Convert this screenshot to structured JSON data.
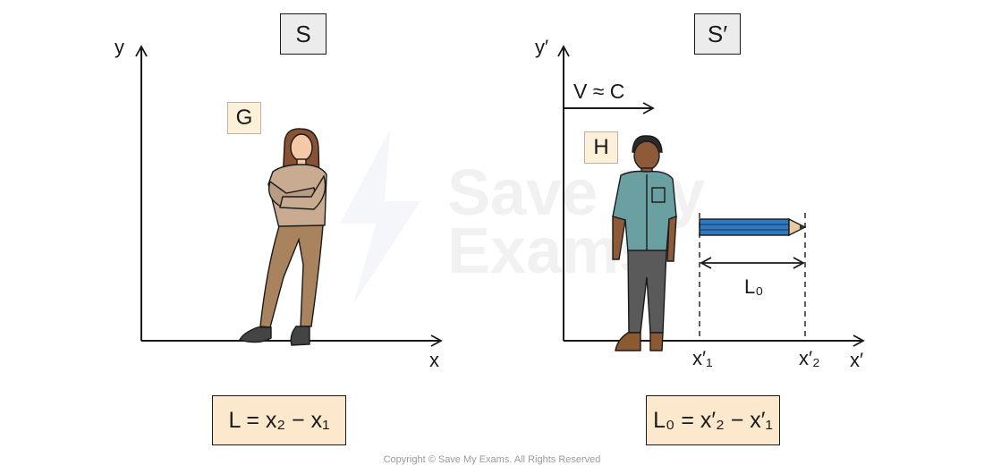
{
  "frames": {
    "left": {
      "label": "S",
      "observer": "G",
      "y_axis": "y",
      "x_axis": "x",
      "formula": "L = x₂ − x₁"
    },
    "right": {
      "label": "S′",
      "observer": "H",
      "y_axis": "y′",
      "x_axis": "x′",
      "velocity": "V ≈ C",
      "length_label": "L₀",
      "tick_1": "x′₁",
      "tick_2": "x′₂",
      "formula": "L₀ = x′₂ − x′₁"
    }
  },
  "watermark": "Save My Exams",
  "copyright": "Copyright © Save My Exams. All Rights Reserved",
  "colors": {
    "axis": "#1a1a1a",
    "label_bg": "#ececec",
    "observer_bg": "#fdf0d9",
    "formula_bg": "#fce8cd",
    "pencil": "#2f78c4"
  }
}
